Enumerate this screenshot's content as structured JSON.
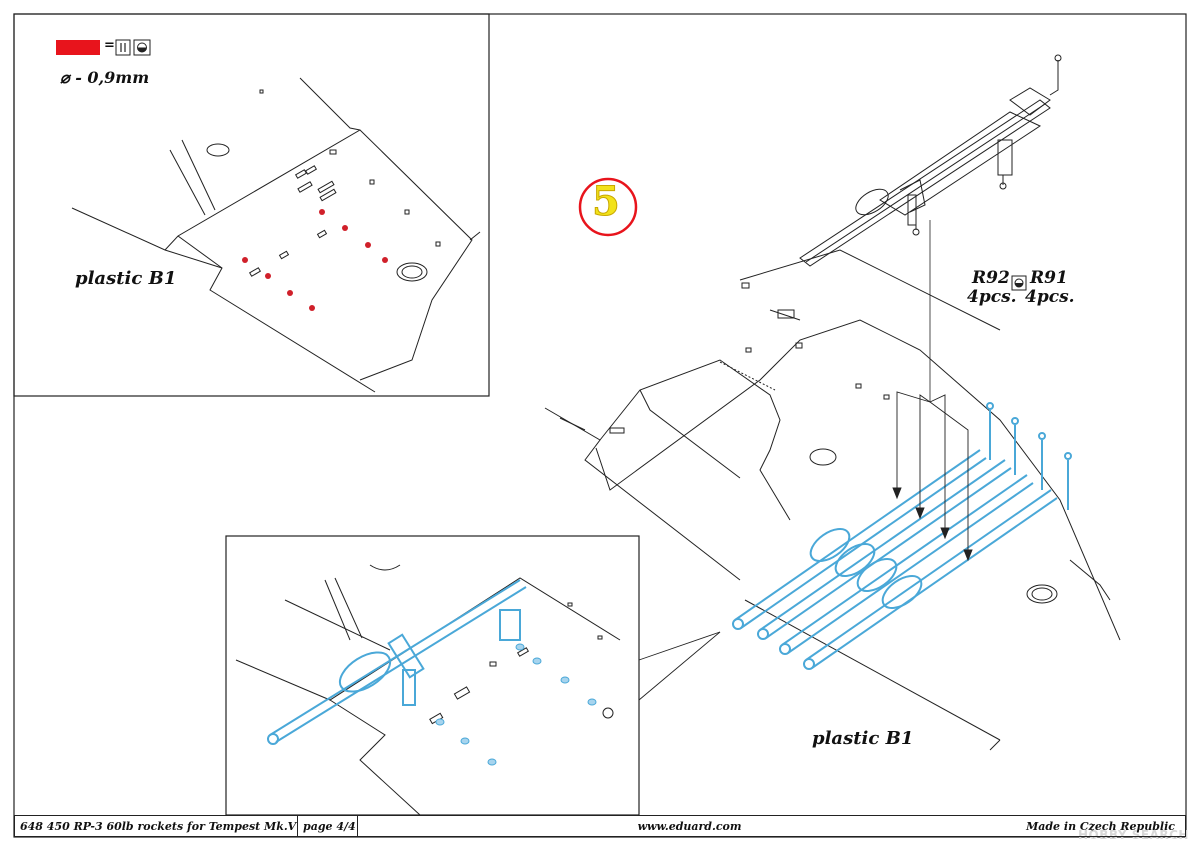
{
  "legend": {
    "color_fill": "#e8141c",
    "equals": "=",
    "drill_icon": "drill-bit-icon",
    "diameter_icon": "diameter-symbol-icon",
    "drill_size": "0,9mm",
    "drill_prefix": "⌀ -"
  },
  "step": {
    "number": "5",
    "circle_color": "#e8141c",
    "number_color": "#f2e21a"
  },
  "inset_top_left": {
    "label": "plastic B1"
  },
  "main_view": {
    "label": "plastic B1"
  },
  "parts": {
    "left_part": "R92",
    "right_part": "R91",
    "left_qty": "4pcs.",
    "right_qty": "4pcs."
  },
  "colors": {
    "line": "#222222",
    "highlight_blue": "#4aa8d8",
    "mark_red": "#d0202a"
  },
  "footer": {
    "product": "648 450  RP-3 60lb rockets for Tempest Mk.V",
    "page": "page 4/4",
    "website": "www.eduard.com",
    "origin": "Made in Czech Republic"
  },
  "watermark": "HOBBY SEARCH"
}
